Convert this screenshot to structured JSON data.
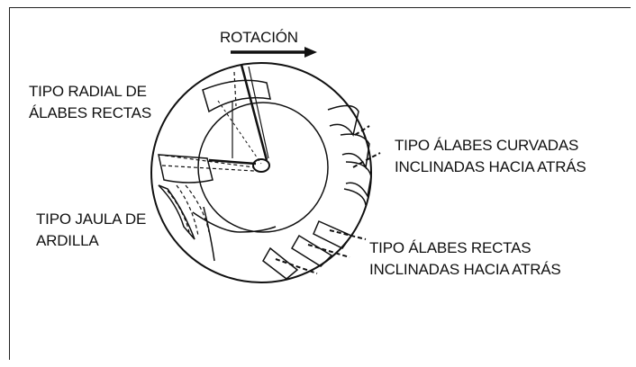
{
  "diagram": {
    "rotation_label": "ROTACIÓN",
    "labels": {
      "radial": [
        "TIPO RADIAL DE",
        "ÁLABES RECTAS"
      ],
      "curved_back": [
        "TIPO ÁLABES CURVADAS",
        "INCLINADAS HACIA ATRÁS"
      ],
      "squirrel_cage": [
        "TIPO JAULA DE",
        "ARDILLA"
      ],
      "straight_back": [
        "TIPO ÁLABES RECTAS",
        "INCLINADAS HACIA ATRÁS"
      ]
    },
    "colors": {
      "line": "#111111",
      "background": "#ffffff"
    }
  }
}
